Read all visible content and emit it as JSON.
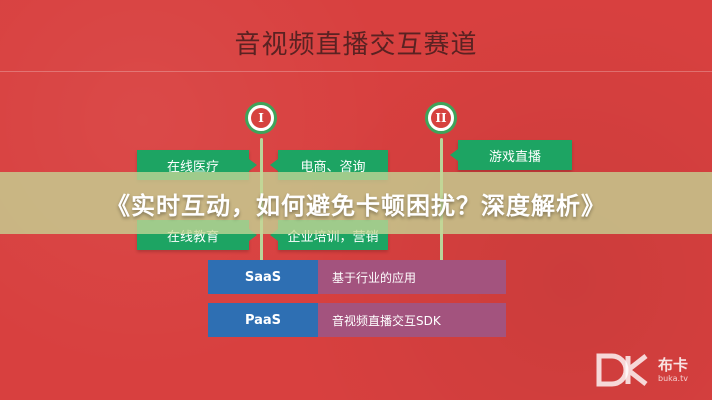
{
  "diagram": {
    "title": "音视频直播交互赛道",
    "nodes": [
      "I",
      "II"
    ],
    "tags": {
      "online_medical": "在线医疗",
      "ecommerce": "电商、咨询",
      "game_live": "游戏直播",
      "online_edu": "在线教育",
      "enterprise": "企业培训，营销"
    },
    "layers": [
      {
        "key": "SaaS",
        "desc": "基于行业的应用"
      },
      {
        "key": "PaaS",
        "desc": "音视频直播交互SDK"
      }
    ]
  },
  "banner": {
    "text": "《实时互动，如何避免卡顿困扰？深度解析》"
  },
  "watermark": {
    "name": "布卡",
    "url": "buka.tv"
  },
  "colors": {
    "background": "#d8403f",
    "tag_green": "#1da463",
    "saas_blue": "#2e6fb3",
    "desc_purple": "#a3537e",
    "banner_overlay": "#c4d696"
  }
}
